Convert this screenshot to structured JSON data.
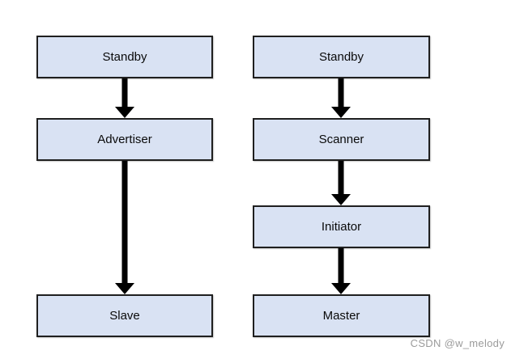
{
  "page": {
    "background": "#ffffff"
  },
  "diagram": {
    "type": "flowchart",
    "description": "Two vertical state-machine flows of link-layer roles",
    "columns": [
      {
        "id": "left",
        "nodes": [
          {
            "label": "Standby"
          },
          {
            "label": "Advertiser"
          },
          {
            "label": "Slave"
          }
        ],
        "edges": [
          {
            "from": "Standby",
            "to": "Advertiser"
          },
          {
            "from": "Advertiser",
            "to": "Slave"
          }
        ]
      },
      {
        "id": "right",
        "nodes": [
          {
            "label": "Standby"
          },
          {
            "label": "Scanner"
          },
          {
            "label": "Initiator"
          },
          {
            "label": "Master"
          }
        ],
        "edges": [
          {
            "from": "Standby",
            "to": "Scanner"
          },
          {
            "from": "Scanner",
            "to": "Initiator"
          },
          {
            "from": "Initiator",
            "to": "Master"
          }
        ]
      }
    ],
    "colors": {
      "node_fill": "#d9e2f3",
      "node_border": "#1f1f1f",
      "arrow": "#000000"
    }
  },
  "watermark": {
    "text": "CSDN @w_melody",
    "color": "#9b9b9b"
  }
}
